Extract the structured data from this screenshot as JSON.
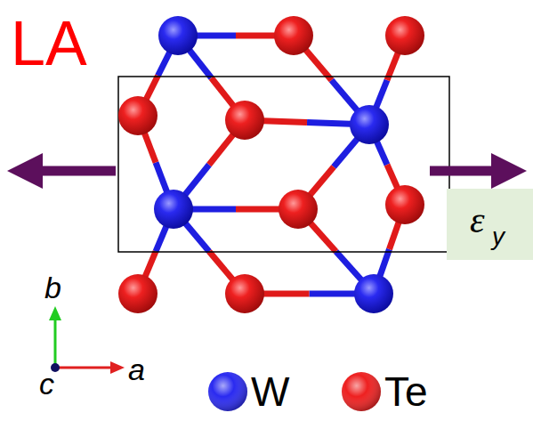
{
  "diagram": {
    "labels": [
      "LA",
      "ε",
      "y",
      "b",
      "a",
      "c"
    ],
    "legend": [
      {
        "text": "W",
        "color": "#2a2af0"
      },
      {
        "text": "Te",
        "color": "#ee2020"
      }
    ]
  }
}
